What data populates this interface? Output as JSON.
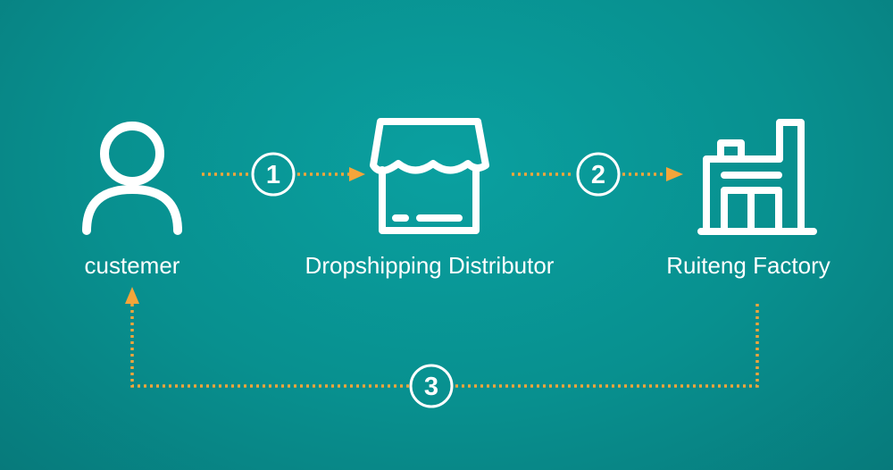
{
  "nodes": {
    "customer": {
      "label": "custemer",
      "icon": "person-icon"
    },
    "distributor": {
      "label": "Dropshipping Distributor",
      "icon": "store-icon"
    },
    "factory": {
      "label": "Ruiteng Factory",
      "icon": "factory-icon"
    }
  },
  "steps": [
    {
      "number": "1"
    },
    {
      "number": "2"
    },
    {
      "number": "3"
    }
  ],
  "colors": {
    "arrow": "#f5a53a",
    "icon": "#ffffff"
  }
}
